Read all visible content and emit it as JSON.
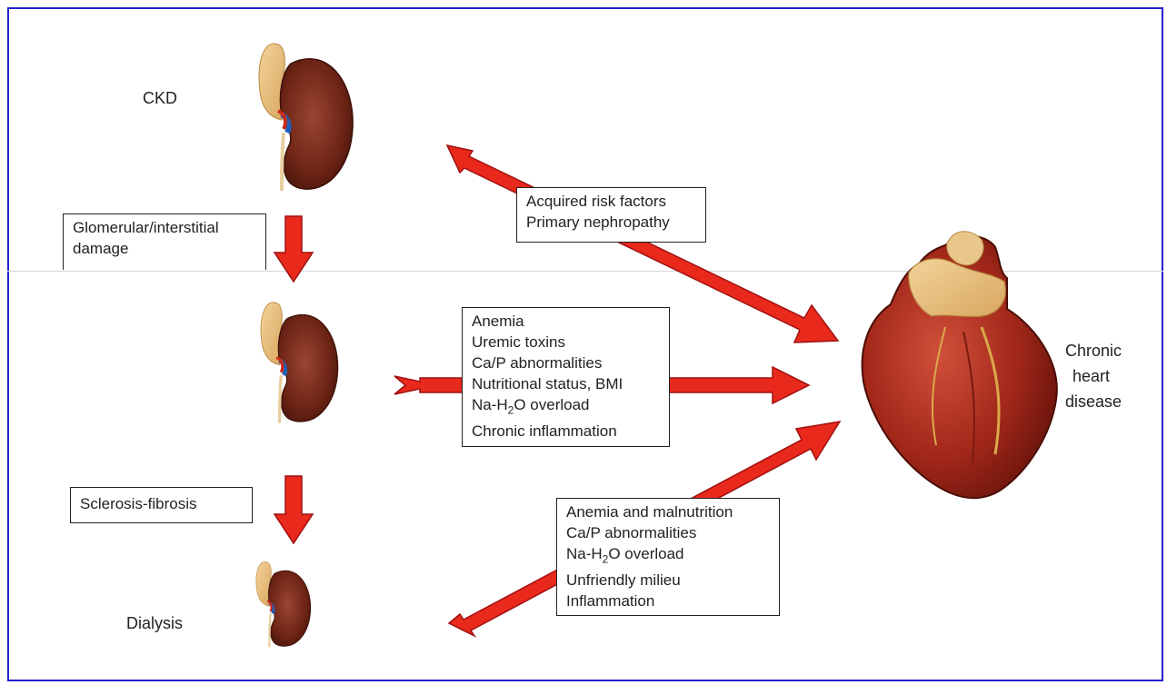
{
  "stages": {
    "ckd": "CKD",
    "dialysis": "Dialysis",
    "heart_line1": "Chronic",
    "heart_line2": "heart",
    "heart_line3": "disease"
  },
  "transitions": {
    "damage_line1": "Glomerular/interstitial",
    "damage_line2": "damage",
    "sclerosis": "Sclerosis-fibrosis"
  },
  "factors_top": [
    "Acquired risk factors",
    "Primary nephropathy"
  ],
  "factors_middle": {
    "anemia": "Anemia",
    "uremic": "Uremic toxins",
    "ca_p": "Ca/P abnormalities",
    "nutrition": "Nutritional status, BMI",
    "na_pre": "Na-H",
    "na_sub": "2",
    "na_post": "O overload",
    "inflammation": "Chronic inflammation"
  },
  "factors_bottom": {
    "anemia": "Anemia and malnutrition",
    "ca_p": "Ca/P abnormalities",
    "na_pre": "Na-H",
    "na_sub": "2",
    "na_post": "O overload",
    "milieu": "Unfriendly milieu",
    "inflammation": "Inflammation"
  },
  "colors": {
    "arrow_fill": "#e8291c",
    "arrow_stroke": "#a01010",
    "kidney": "#7a2a1a",
    "heart": "#a5281a",
    "frame": "#2222cc"
  }
}
